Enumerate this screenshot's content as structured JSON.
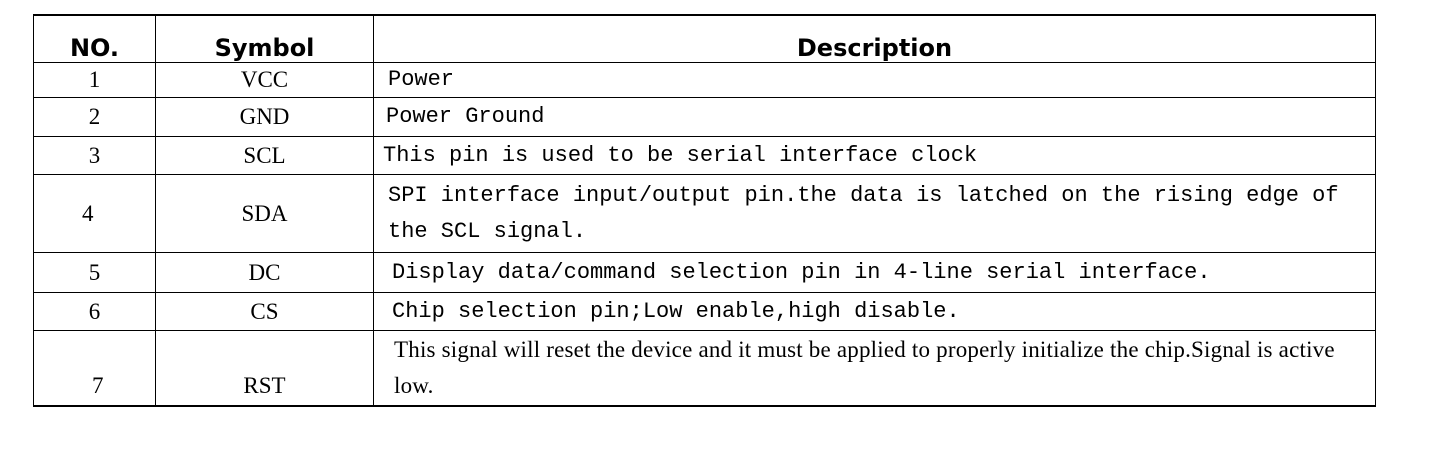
{
  "headers": {
    "no": "NO.",
    "symbol": "Symbol",
    "description": "Description"
  },
  "rows": [
    {
      "no": "1",
      "symbol": "VCC",
      "description": "Power"
    },
    {
      "no": "2",
      "symbol": "GND",
      "description": "Power Ground"
    },
    {
      "no": "3",
      "symbol": "SCL",
      "description": "This pin is used to be serial interface clock"
    },
    {
      "no": "4",
      "symbol": "SDA",
      "description": "SPI interface input/output pin.the data is latched on the rising edge of the SCL signal."
    },
    {
      "no": "5",
      "symbol": "DC",
      "description": "Display data/command selection pin in 4-line serial interface."
    },
    {
      "no": "6",
      "symbol": "CS",
      "description": "Chip selection pin;Low enable,high disable."
    },
    {
      "no": "7",
      "symbol": "RST",
      "description": "This signal will reset the device and it must be applied to properly initialize the chip.Signal is active low."
    }
  ]
}
